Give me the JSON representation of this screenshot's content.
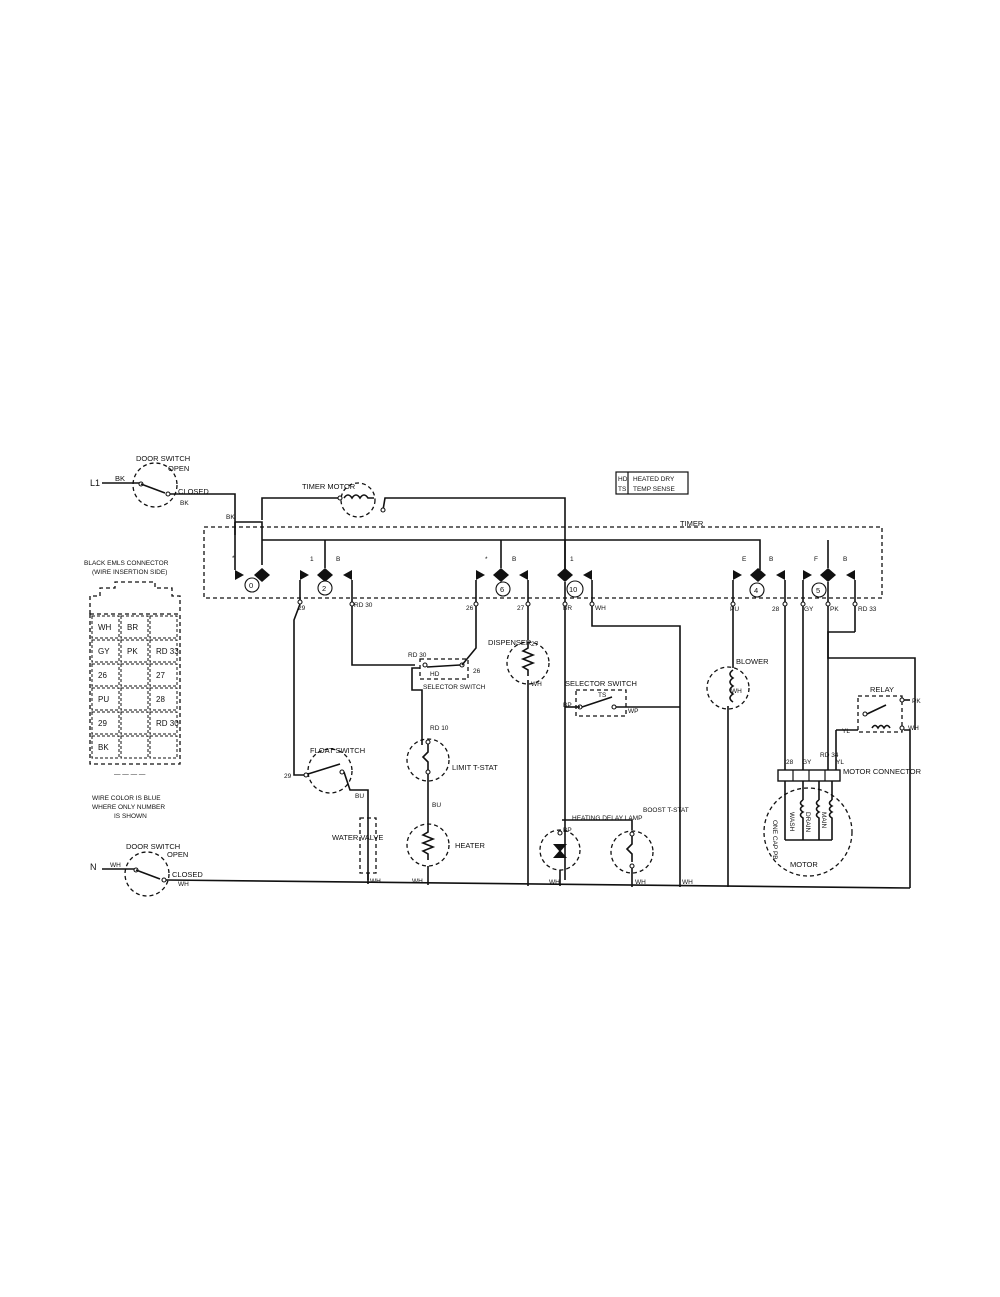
{
  "labels": {
    "l1": "L1",
    "n": "N",
    "bk": "BK",
    "wh": "WH",
    "door_switch_top": "DOOR SWITCH",
    "open": "OPEN",
    "closed": "CLOSED",
    "door_switch_bottom": "DOOR SWITCH",
    "timer": "TIMER",
    "timer_motor": "TIMER MOTOR",
    "hd": "HD",
    "ts": "TS",
    "heated_dry": "HEATED DRY",
    "temp_sense": "TEMP SENSE",
    "connector_title_1": "BLACK EMLS CONNECTOR",
    "connector_title_2": "(WIRE INSERTION SIDE)",
    "wire_note_1": "WIRE COLOR IS BLUE",
    "wire_note_2": "WHERE ONLY NUMBER",
    "wire_note_3": "IS SHOWN",
    "dispenser": "DISPENSER",
    "selector_switch_1": "SELECTOR SWITCH",
    "selector_switch_2": "SELECTOR SWITCH",
    "float_switch": "FLOAT SWITCH",
    "water_valve": "WATER VALVE",
    "limit_tstat": "LIMIT T-STAT",
    "heater": "HEATER",
    "heating_delay_lamp": "HEATING DELAY LAMP",
    "boost_tstat": "BOOST T-STAT",
    "blower": "BLOWER",
    "relay": "RELAY",
    "motor_connector": "MOTOR CONNECTOR",
    "motor": "MOTOR",
    "one_cap_pb": "ONE CAP PB",
    "wash": "WASH",
    "drain": "DRAIN",
    "main": "MAIN",
    "bu": "BU",
    "br": "BR",
    "pu": "PU",
    "pk": "PK",
    "yl": "YL",
    "gy": "GY",
    "bp": "BP",
    "hd_sw": "HD",
    "ts_sw": "TS",
    "w_29": "29",
    "w_rd30": "RD 30",
    "w_30": "30",
    "w_27": "27",
    "w_26": "26",
    "w_28": "28",
    "w_rd33": "RD 33",
    "w_rd34": "RD 34",
    "w_rd10": "RD 10",
    "w_bp": "BP",
    "w_wp": "WP"
  },
  "timer_contacts": [
    {
      "id": "0",
      "letter": "*"
    },
    {
      "id": "2",
      "letter": "1"
    },
    {
      "id": "6",
      "letter": "*"
    },
    {
      "id": "10",
      "letter": "1"
    },
    {
      "id": "4",
      "letter": "E"
    },
    {
      "id": "5",
      "letter": "F"
    }
  ],
  "contact_letters": {
    "b1": "B",
    "b2": "B",
    "b3": "B",
    "b4": "B"
  },
  "connector_cells": [
    [
      "WH",
      "BR",
      ""
    ],
    [
      "GY",
      "PK",
      "RD 33"
    ],
    [
      "26",
      "",
      "27"
    ],
    [
      "PU",
      "",
      "28"
    ],
    [
      "29",
      "",
      "RD 30"
    ],
    [
      "BK",
      "",
      ""
    ]
  ]
}
